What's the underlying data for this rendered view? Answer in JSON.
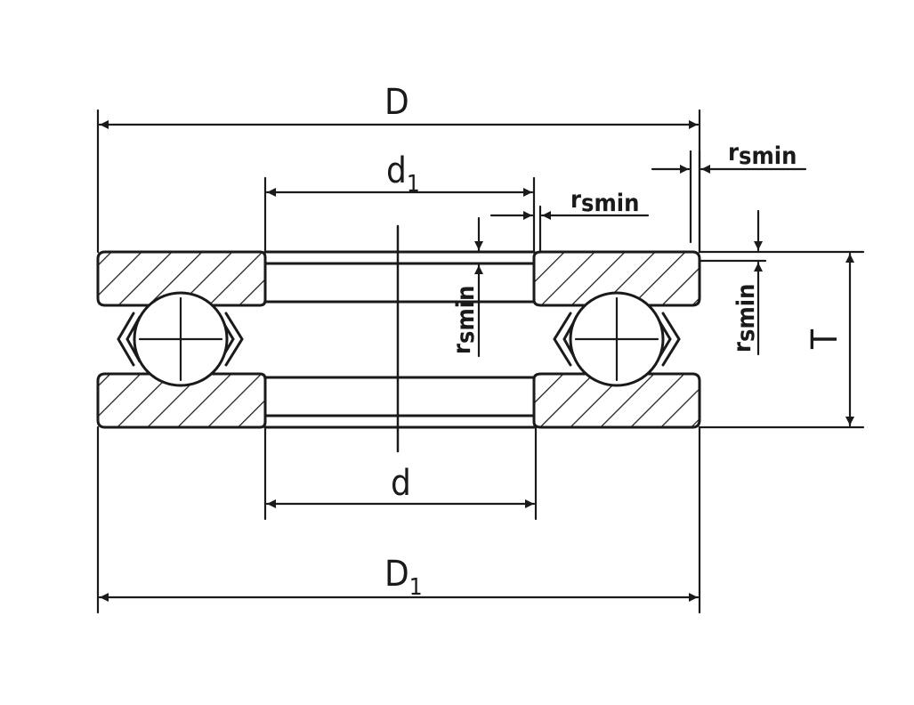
{
  "diagram": {
    "labels": {
      "outer_diameter": "D",
      "outer_diameter_sub_base": "D",
      "outer_diameter_sub_index": "1",
      "bore_diameter": "d",
      "bore_diameter_sub_base": "d",
      "bore_diameter_sub_index": "1",
      "height": "T",
      "chamfer": "r",
      "chamfer_sub": "smin"
    },
    "colors": {
      "line": "#1a1a1a",
      "background": "#ffffff"
    }
  }
}
